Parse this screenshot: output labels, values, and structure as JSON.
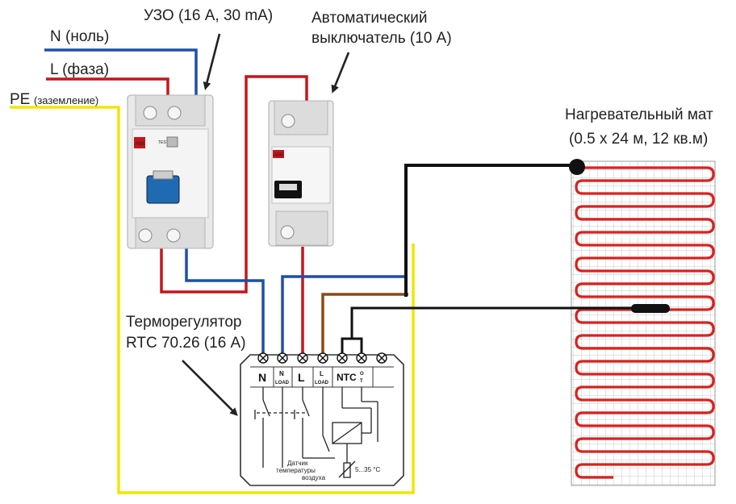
{
  "labels": {
    "neutral": "N (ноль)",
    "phase": "L (фаза)",
    "pe": "PE",
    "pe_note": "(заземление)",
    "rcd": "УЗО (16 А, 30 mA)",
    "breaker_line1": "Автоматический",
    "breaker_line2": "выключатель (10 А)",
    "mat_line1": "Нагревательный мат",
    "mat_line2": "(0.5 x 24 м, 12 кв.м)",
    "thermo_line1": "Терморегулятор",
    "thermo_line2": "RTC 70.26 (16 А)"
  },
  "terminals": {
    "n": "N",
    "n_load_top": "N",
    "n_load_bottom": "LOAD",
    "l": "L",
    "l_load_top": "L",
    "l_load_bottom": "LOAD",
    "ntc": "NTC",
    "out_top": "O",
    "out_bottom": "T"
  },
  "sensor": {
    "line1": "Датчик",
    "line2": "температуры",
    "line3": "воздуха",
    "range": "5...35 °C"
  },
  "device_text": {
    "rcd_brand": "ABB",
    "rcd_test": "TEST",
    "breaker_brand": "ABB"
  },
  "colors": {
    "neutral_wire": "#1f4fa8",
    "phase_wire": "#c4161c",
    "pe_wire": "#f2e600",
    "load_wire": "#8a4b14",
    "mat_cable": "#111111",
    "heating_coil": "#d9221f",
    "grid": "#b8b8b8"
  }
}
